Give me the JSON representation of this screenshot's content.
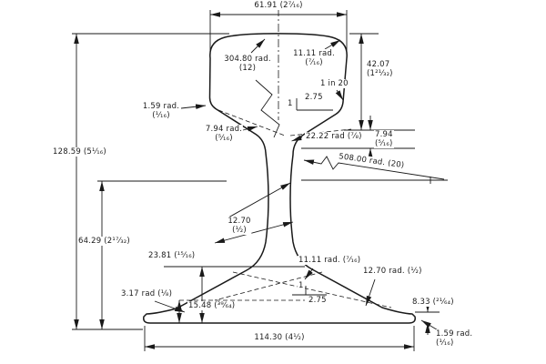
{
  "colors": {
    "ink": "#1a1a1a",
    "paper": "#ffffff"
  },
  "labels": {
    "head_width": "61.91 (2⁷⁄₁₆)",
    "crown_radius": "304.80 rad.\n(12)",
    "head_corner_radius": "11.11 rad.\n(⁷⁄₁₆)",
    "gauge_slope": "1 in 20",
    "head_slope_run": "2.75",
    "head_slope_rise": "1",
    "head_depth": "42.07\n(1²¹⁄₃₂)",
    "head_edge_radius": "1.59 rad.\n(¹⁄₁₆)",
    "underhead_radius": "7.94 rad.\n(⁵⁄₁₆)",
    "web_fillet_radius": "22.22 rad (⁷⁄₈)",
    "underhead_offset": "7.94\n(⁵⁄₁₆)",
    "web_radius": "508.00 rad. (20)",
    "total_height": "128.59 (5¹⁄₁₆)",
    "half_height": "64.29 (2¹⁷⁄₃₂)",
    "web_thickness": "12.70\n(¹⁄₂)",
    "base_slope_height": "23.81 (¹⁵⁄₁₆)",
    "base_fillet_radius": "11.11 rad. (⁷⁄₁₆)",
    "base_top_radius": "12.70 rad. (¹⁄₂)",
    "toe_radius": "3.17 rad (¹⁄₈)",
    "toe_height": "15.48 (³⁹⁄₆₄)",
    "base_slope_rise": "1",
    "base_slope_run": "2.75",
    "base_edge_thickness": "8.33 (²¹⁄₆₄)",
    "base_corner_radius": "1.59 rad.\n(¹⁄₁₆)",
    "base_width": "114.30 (4¹⁄₂)"
  }
}
